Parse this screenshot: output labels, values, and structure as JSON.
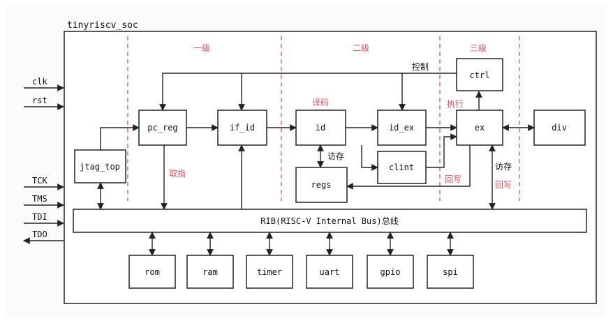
{
  "title": "tinyriscv_soc",
  "stages": {
    "s1": "一级",
    "s2": "二级",
    "s3": "三级"
  },
  "signals": {
    "clk": "clk",
    "rst": "rst",
    "tck": "TCK",
    "tms": "TMS",
    "tdi": "TDI",
    "tdo": "TDO"
  },
  "modules": {
    "pc_reg": "pc_reg",
    "if_id": "if_id",
    "id": "id",
    "id_ex": "id_ex",
    "ex": "ex",
    "div": "div",
    "ctrl": "ctrl",
    "clint": "clint",
    "regs": "regs",
    "jtag_top": "jtag_top",
    "bus": "RIB(RISC-V Internal Bus)总线",
    "rom": "rom",
    "ram": "ram",
    "timer": "timer",
    "uart": "uart",
    "gpio": "gpio",
    "spi": "spi"
  },
  "annotations": {
    "control": "控制",
    "fetch": "取指",
    "decode": "译码",
    "execute": "执行",
    "mem_access_1": "访存",
    "mem_access_2": "访存",
    "writeback_1": "回写",
    "writeback_2": "回写"
  },
  "colors": {
    "title": "#4a55c8",
    "stage_label": "#e8505b",
    "annotation_red": "#e8505b",
    "line": "#222222"
  }
}
